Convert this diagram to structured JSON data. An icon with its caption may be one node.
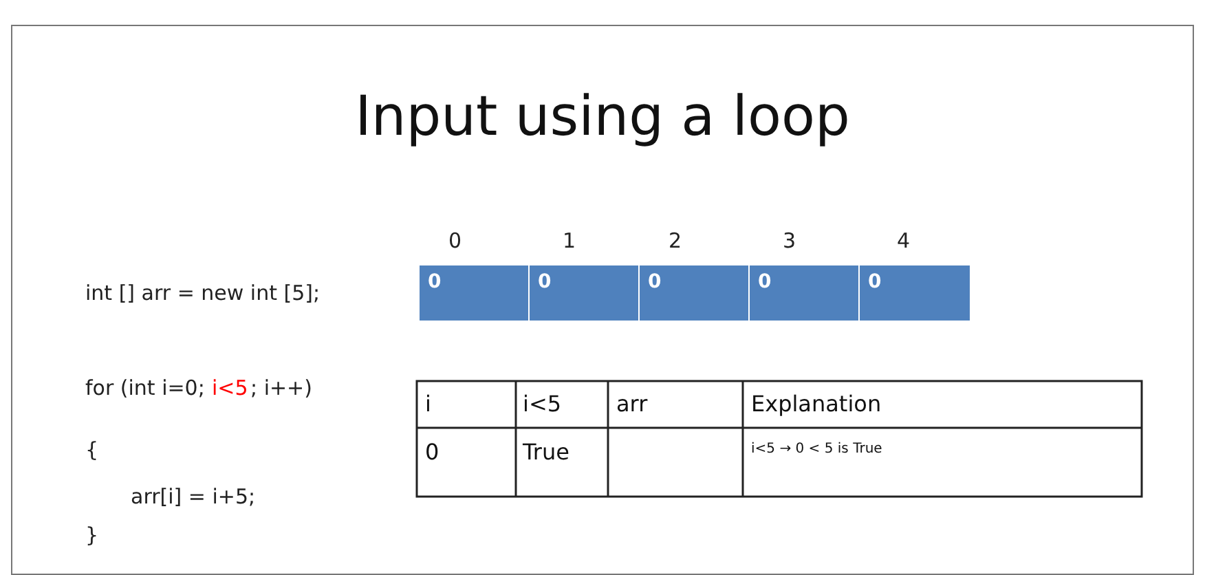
{
  "diagram": {
    "title": "Input using a loop",
    "nodes": [
      {
        "text": [
          "0"
        ]
      },
      {
        "text": [
          "0"
        ]
      },
      {
        "text": [
          "0"
        ]
      },
      {
        "text": [
          "0"
        ]
      },
      {
        "text": [
          "0"
        ]
      }
    ],
    "labels": [
      "0",
      "1",
      "2",
      "3",
      "4",
      "int [] arr = new int [5];",
      "for (int i=0;",
      "i<5",
      "; i++)",
      "{",
      "arr[i] = i+5;",
      "}",
      "i",
      "i<5",
      "arr",
      "Explanation",
      "0",
      "True",
      "i<5 → 0 < 5 is True"
    ]
  }
}
